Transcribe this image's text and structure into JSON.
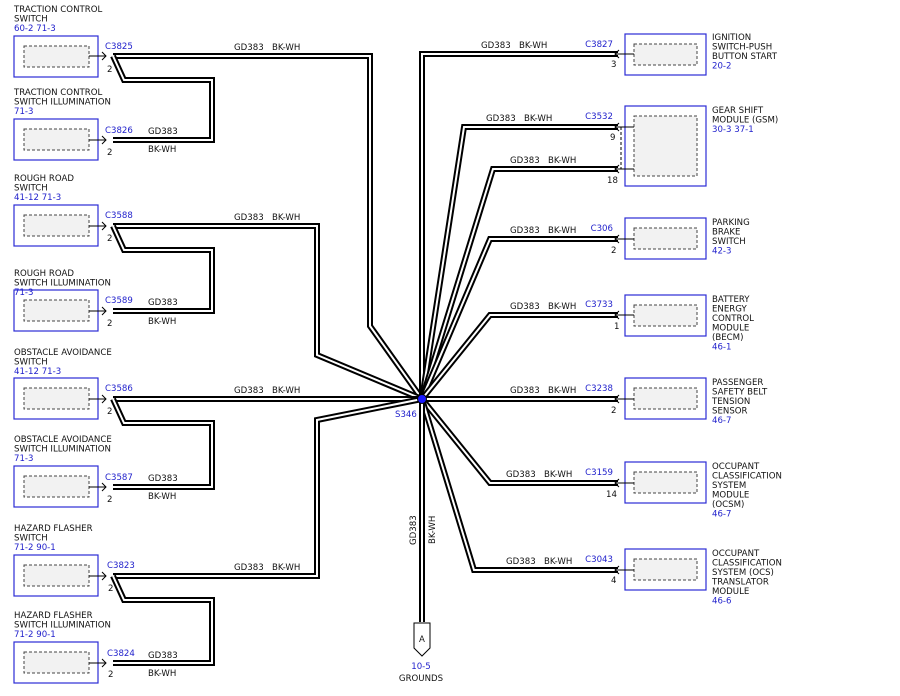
{
  "splice": {
    "label": "S346"
  },
  "wire": {
    "circuit": "GD383",
    "color": "BK-WH"
  },
  "ground": {
    "letter": "A",
    "ref": "10-5",
    "label": "GROUNDS"
  },
  "left_components": [
    {
      "name_lines": [
        "TRACTION CONTROL",
        "SWITCH"
      ],
      "refs": "60-2   71-3",
      "connector": "C3825",
      "pin": "2"
    },
    {
      "name_lines": [
        "TRACTION CONTROL",
        "SWITCH ILLUMINATION"
      ],
      "refs": "71-3",
      "connector": "C3826",
      "pin": "2"
    },
    {
      "name_lines": [
        "ROUGH ROAD",
        "SWITCH"
      ],
      "refs": "41-12   71-3",
      "connector": "C3588",
      "pin": "2"
    },
    {
      "name_lines": [
        "ROUGH ROAD",
        "SWITCH ILLUMINATION"
      ],
      "refs": "71-3",
      "connector": "C3589",
      "pin": "2"
    },
    {
      "name_lines": [
        "OBSTACLE AVOIDANCE",
        "SWITCH"
      ],
      "refs": "41-12   71-3",
      "connector": "C3586",
      "pin": "2"
    },
    {
      "name_lines": [
        "OBSTACLE AVOIDANCE",
        "SWITCH ILLUMINATION"
      ],
      "refs": "71-3",
      "connector": "C3587",
      "pin": "2"
    },
    {
      "name_lines": [
        "HAZARD FLASHER",
        "SWITCH"
      ],
      "refs": "71-2   90-1",
      "connector": "C3823",
      "pin": "2"
    },
    {
      "name_lines": [
        "HAZARD FLASHER",
        "SWITCH ILLUMINATION"
      ],
      "refs": "71-2   90-1",
      "connector": "C3824",
      "pin": "2"
    }
  ],
  "right_components": [
    {
      "name_lines": [
        "IGNITION",
        "SWITCH-PUSH",
        "BUTTON START"
      ],
      "refs": "20-2",
      "connector": "C3827",
      "pins": [
        "3"
      ]
    },
    {
      "name_lines": [
        "GEAR SHIFT",
        "MODULE (GSM)"
      ],
      "refs": "30-3   37-1",
      "connector": "C3532",
      "pins": [
        "9",
        "18"
      ]
    },
    {
      "name_lines": [
        "PARKING",
        "BRAKE",
        "SWITCH"
      ],
      "refs": "42-3",
      "connector": "C306",
      "pins": [
        "2"
      ]
    },
    {
      "name_lines": [
        "BATTERY",
        "ENERGY",
        "CONTROL",
        "MODULE",
        "(BECM)"
      ],
      "refs": "46-1",
      "connector": "C3733",
      "pins": [
        "1"
      ]
    },
    {
      "name_lines": [
        "PASSENGER",
        "SAFETY BELT",
        "TENSION",
        "SENSOR"
      ],
      "refs": "46-7",
      "connector": "C3238",
      "pins": [
        "2"
      ]
    },
    {
      "name_lines": [
        "OCCUPANT",
        "CLASSIFICATION",
        "SYSTEM",
        "MODULE",
        "(OCSM)"
      ],
      "refs": "46-7",
      "connector": "C3159",
      "pins": [
        "14"
      ]
    },
    {
      "name_lines": [
        "OCCUPANT",
        "CLASSIFICATION",
        "SYSTEM (OCS)",
        "TRANSLATOR",
        "MODULE"
      ],
      "refs": "46-6",
      "connector": "C3043",
      "pins": [
        "4"
      ]
    }
  ],
  "colors": {
    "wire": "#000000",
    "link": "#2222cc",
    "splice": "#1a1aff"
  }
}
